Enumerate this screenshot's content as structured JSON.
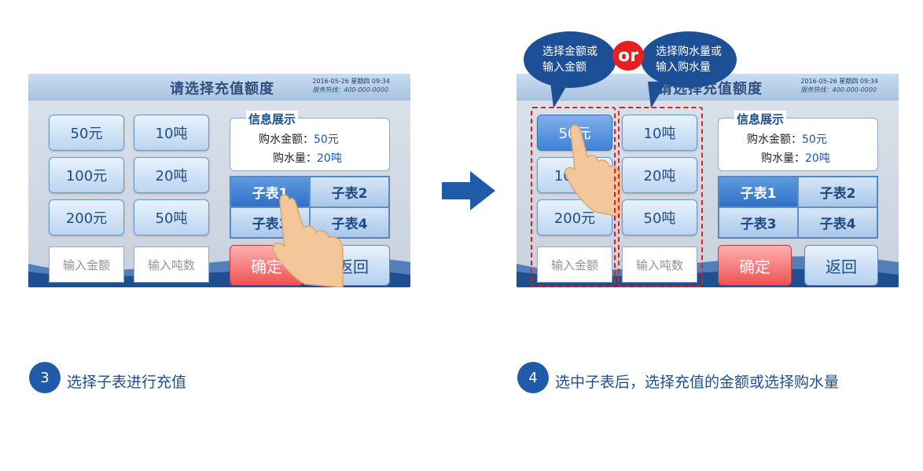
{
  "screen": {
    "title": "请选择充值额度",
    "date": "2016-05-26 星期四 09:34",
    "hotline": "服务热线：400-000-0000"
  },
  "amounts": [
    "50元",
    "100元",
    "200元"
  ],
  "tons": [
    "10吨",
    "20吨",
    "50吨"
  ],
  "inputs": {
    "amount_placeholder": "输入金额",
    "tons_placeholder": "输入吨数"
  },
  "info": {
    "title": "信息展示",
    "amount_label": "购水金额：",
    "amount_value": "50元",
    "volume_label": "购水量：",
    "volume_value": "20吨"
  },
  "meters": [
    "子表1",
    "子表2",
    "子表3",
    "子表4"
  ],
  "buttons": {
    "confirm": "确定",
    "back": "返回"
  },
  "bubbles": {
    "left": "选择金额或\n输入金额",
    "or": "or",
    "right": "选择购水量或\n输入购水量"
  },
  "steps": [
    {
      "num": "3",
      "text": "选择子表进行充值"
    },
    {
      "num": "4",
      "text": "选中子表后，选择充值的金额或选择购水量"
    }
  ],
  "colors": {
    "accent": "#1f5ba8",
    "confirm": "#ee5252",
    "highlight": "#e02020"
  }
}
